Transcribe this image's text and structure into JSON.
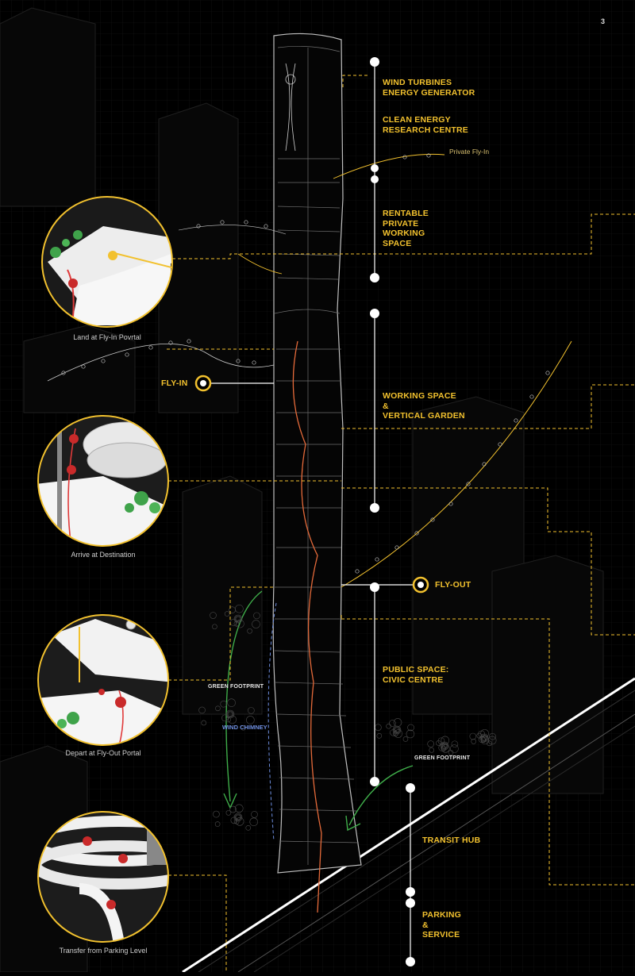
{
  "page_number": "3",
  "colors": {
    "background": "#000000",
    "accent": "#f2c12e",
    "line": "#ffffff",
    "grid": "#1b1b1b",
    "green": "#3fae4a",
    "blue": "#6f8fe0",
    "red": "#e03a3a"
  },
  "labels": {
    "wind_turbines": "WIND TURBINES\nENERGY GENERATOR",
    "clean_energy": "CLEAN ENERGY\nRESEARCH CENTRE",
    "private_fly_in": "Private Fly-In",
    "rentable": "RENTABLE\nPRIVATE\nWORKING\nSPACE",
    "fly_in": "FLY-IN",
    "working_space": "WORKING SPACE\n&\nVERTICAL GARDEN",
    "fly_out": "FLY-OUT",
    "public_space": "PUBLIC SPACE:\nCIVIC CENTRE",
    "green_footprint_left": "GREEN FOOTPRINT",
    "wind_chimney": "WIND CHIMNEY",
    "green_footprint_right": "GREEN FOOTPRINT",
    "transit_hub": "TRANSIT HUB",
    "parking": "PARKING\n&\nSERVICE"
  },
  "circles": [
    {
      "caption": "Land at Fly-In Povrtal",
      "kind": "land"
    },
    {
      "caption": "Arrive at Destination",
      "kind": "arrive"
    },
    {
      "caption": "Depart at Fly-Out Portal",
      "kind": "depart"
    },
    {
      "caption": "Transfer from Parking Level",
      "kind": "parking"
    }
  ]
}
